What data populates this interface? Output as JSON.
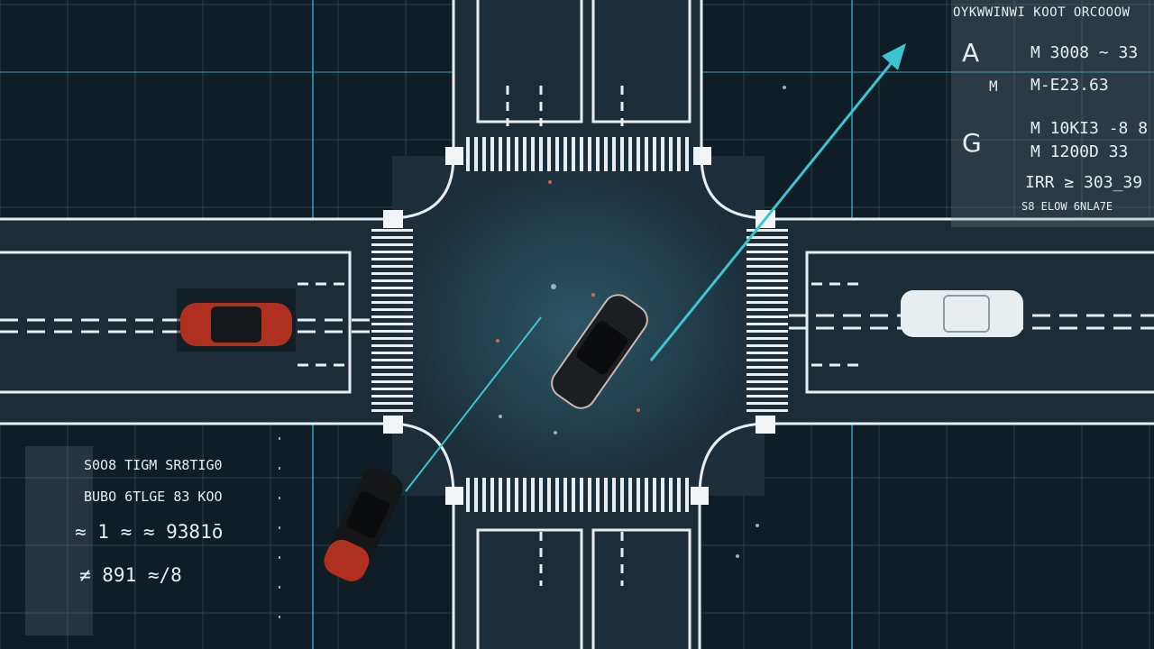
{
  "colors": {
    "background": "#0f1d27",
    "road": "#1b2b36",
    "grid": "#2a4250",
    "grid_accent": "#2fa3b5",
    "marking": "#e8eef0",
    "trajectory": "#3cc4d0",
    "car_red": "#b0301f",
    "car_white": "#e8eef0",
    "car_dark": "#1c1f22"
  },
  "hud_top_right": {
    "title": "OYKWWINWI KOOT ORCOOOW",
    "labels": [
      "A",
      "M",
      "G"
    ],
    "rows": [
      "M 3008 ~ 33",
      "M-E23.63",
      "M 10KI3 -8 8",
      "M 1200D 33",
      "IRR ≥ 303_39",
      "S8 ELOW  6NLA7E"
    ]
  },
  "hud_bottom_left": {
    "rows": [
      "S0O8 TIGM SR8TIG0",
      "BUBO 6TLGE 83 KOO",
      "≈ 1 ≈ ≈ 9381ō",
      "≠ 891 ≈/8"
    ]
  },
  "vehicles": [
    {
      "id": "car-red-west",
      "color": "red",
      "heading_deg": 0
    },
    {
      "id": "car-white-east",
      "color": "white",
      "heading_deg": 0
    },
    {
      "id": "car-dark-center",
      "color": "dark",
      "heading_deg": -55
    },
    {
      "id": "car-red-southwest",
      "color": "red",
      "heading_deg": -65
    }
  ]
}
